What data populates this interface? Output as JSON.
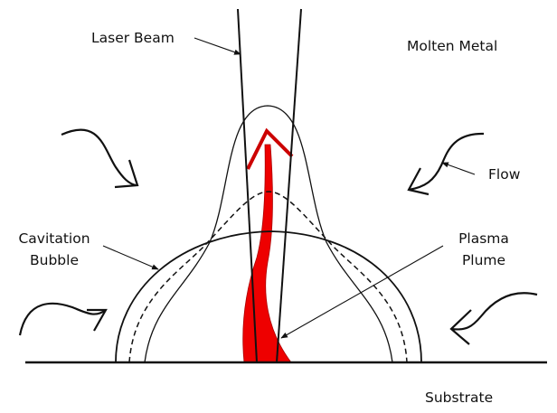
{
  "diagram": {
    "labels": {
      "laser_beam": "Laser Beam",
      "molten_metal": "Molten Metal",
      "flow": "Flow",
      "cavitation_line1": "Cavitation",
      "cavitation_line2": "Bubble",
      "plasma_line1": "Plasma",
      "plasma_line2": "Plume",
      "substrate": "Substrate"
    },
    "colors": {
      "plume": "#ee0000",
      "line": "#111111",
      "background": "#ffffff"
    }
  }
}
